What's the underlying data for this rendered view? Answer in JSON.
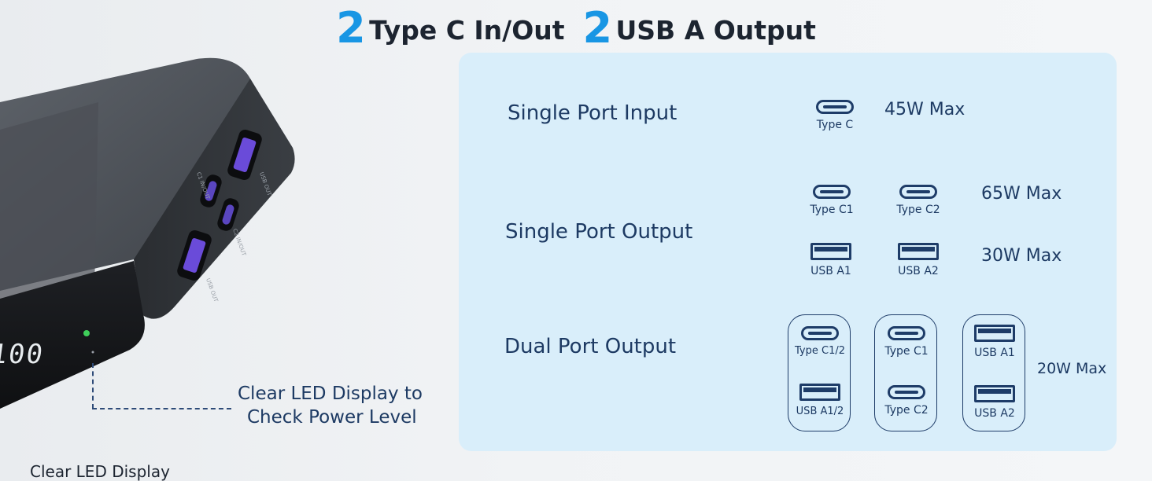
{
  "headline": {
    "count1": "2",
    "text1": "Type C In/Out",
    "count2": "2",
    "text2": "USB A Output",
    "accent_color": "#1896e4"
  },
  "device": {
    "port_labels": [
      "C1 IN/OUT",
      "USB OUT",
      "C2 IN/OUT",
      "USB OUT"
    ],
    "led_readout": "100"
  },
  "callout": {
    "line1": "Clear LED Display to",
    "line2": "Check Power Level"
  },
  "bottom_text": "Clear LED Display",
  "spec_panel": {
    "background": "#d9eefa",
    "single_input": {
      "label": "Single Port Input",
      "port": {
        "label": "Type C",
        "icon": "usb-c-icon"
      },
      "watt": "45W Max"
    },
    "single_output": {
      "label": "Single Port Output",
      "type_c_ports": [
        {
          "label": "Type C1",
          "icon": "usb-c-icon"
        },
        {
          "label": "Type C2",
          "icon": "usb-c-icon"
        }
      ],
      "type_c_watt": "65W Max",
      "usb_a_ports": [
        {
          "label": "USB A1",
          "icon": "usb-a-icon"
        },
        {
          "label": "USB A2",
          "icon": "usb-a-icon"
        }
      ],
      "usb_a_watt": "30W Max"
    },
    "dual_output": {
      "label": "Dual Port Output",
      "groups": [
        {
          "top": {
            "label": "Type C1/2",
            "icon": "usb-c-icon"
          },
          "bottom": {
            "label": "USB A1/2",
            "icon": "usb-a-icon"
          }
        },
        {
          "top": {
            "label": "Type C1",
            "icon": "usb-c-icon"
          },
          "bottom": {
            "label": "Type C2",
            "icon": "usb-c-icon"
          }
        },
        {
          "top": {
            "label": "USB A1",
            "icon": "usb-a-icon"
          },
          "bottom": {
            "label": "USB A2",
            "icon": "usb-a-icon"
          }
        }
      ],
      "watt": "20W Max"
    }
  }
}
